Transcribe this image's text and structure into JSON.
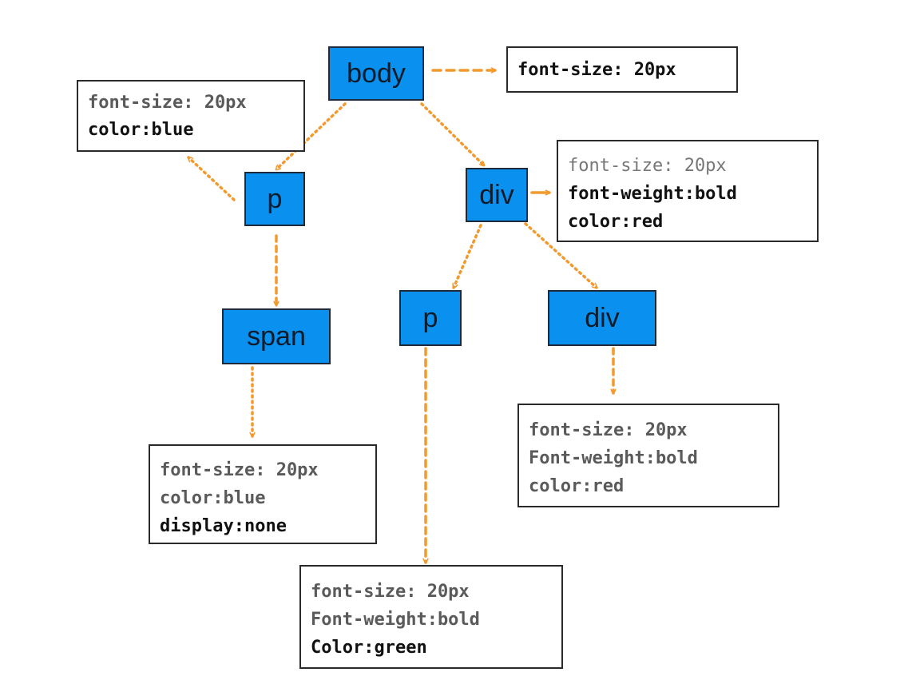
{
  "colors": {
    "node_fill": "#0a90ee",
    "arrow": "#f29a2e",
    "inherited_text": "#5a5a5a",
    "own_text": "#111111"
  },
  "nodes": {
    "body": "body",
    "p1": "p",
    "span": "span",
    "div1": "div",
    "p2": "p",
    "div2": "div"
  },
  "cards": {
    "body_style": [
      "font-size: 20px"
    ],
    "p1_style": [
      "font-size: 20px",
      "color:blue"
    ],
    "div1_style": [
      "font-size: 20px",
      "font-weight:bold",
      "color:red"
    ],
    "span_style": [
      "font-size: 20px",
      "color:blue",
      "display:none"
    ],
    "div2_style": [
      "font-size: 20px",
      "Font-weight:bold",
      "color:red"
    ],
    "p2_style": [
      "font-size: 20px",
      "Font-weight:bold",
      "Color:green"
    ]
  }
}
